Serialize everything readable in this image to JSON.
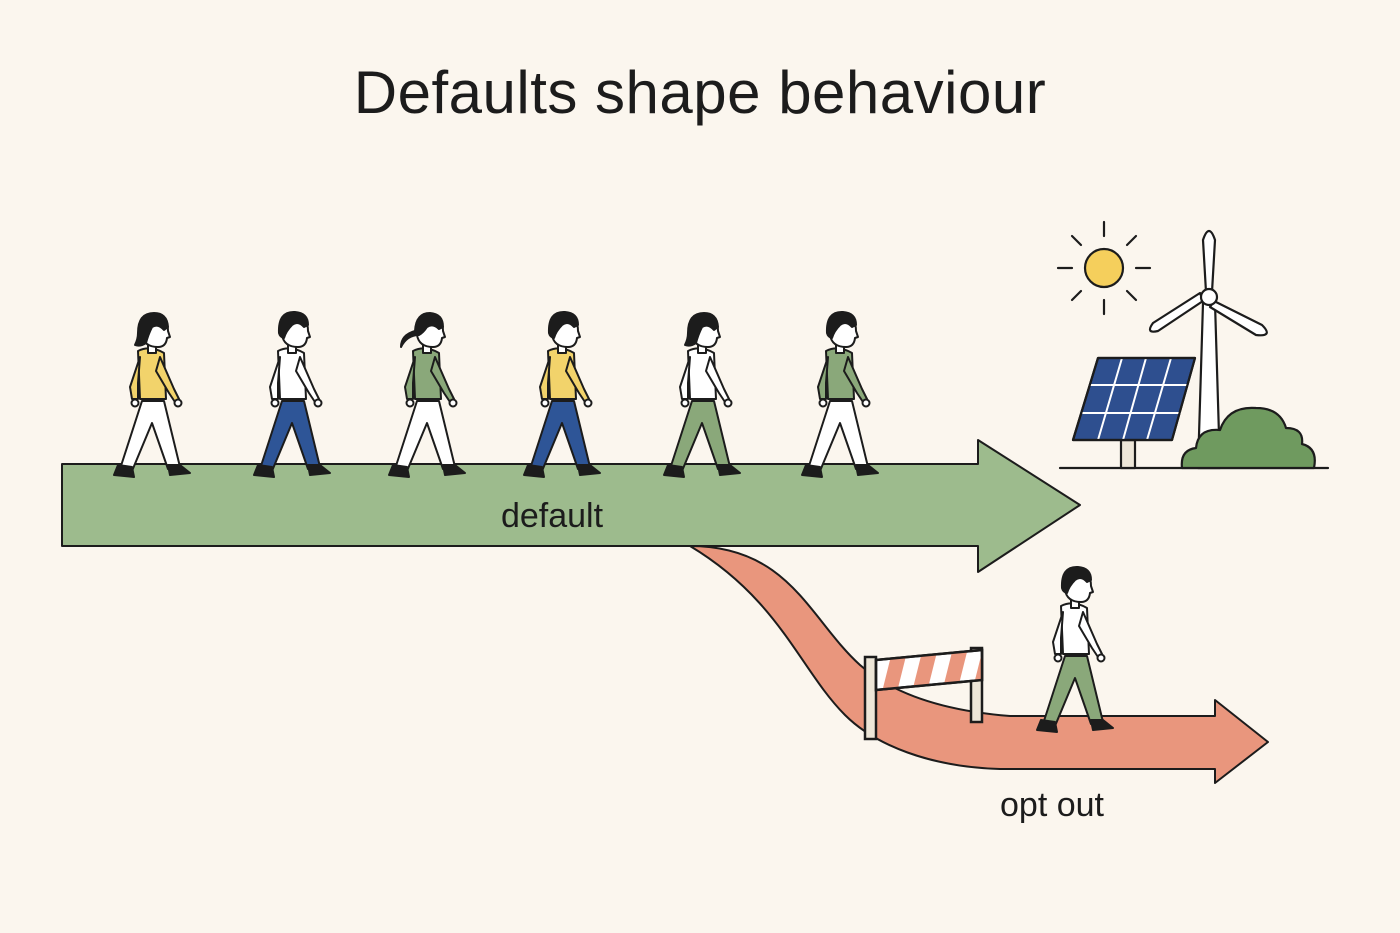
{
  "title": "Defaults shape behaviour",
  "labels": {
    "default_path": "default",
    "opt_out_path": "opt out"
  },
  "colors": {
    "background": "#fbf6ee",
    "default_arrow": "#9dbb8d",
    "opt_out_arrow": "#e9967d",
    "outline": "#1c1c1c",
    "yellow_shirt": "#f2d36b",
    "green_shirt": "#8aa87a",
    "blue_pants": "#2e5597",
    "solar_panel": "#2e4f8f",
    "sun": "#f5cf5c",
    "bush": "#6f9a5f"
  },
  "walkers": [
    {
      "hair": "long",
      "shirt": "#f2d36b",
      "pants": "#ffffff"
    },
    {
      "hair": "short",
      "shirt": "#ffffff",
      "pants": "#2e5597"
    },
    {
      "hair": "ponytail",
      "shirt": "#8aa87a",
      "pants": "#ffffff"
    },
    {
      "hair": "short",
      "shirt": "#f2d36b",
      "pants": "#2e5597"
    },
    {
      "hair": "long",
      "shirt": "#ffffff",
      "pants": "#8aa87a"
    },
    {
      "hair": "short",
      "shirt": "#8aa87a",
      "pants": "#ffffff"
    }
  ],
  "opt_out_walker": {
    "hair": "short",
    "shirt": "#ffffff",
    "pants": "#8aa87a"
  },
  "icons": [
    "sun-icon",
    "wind-turbine-icon",
    "solar-panel-icon",
    "bush-icon",
    "barrier-icon"
  ]
}
